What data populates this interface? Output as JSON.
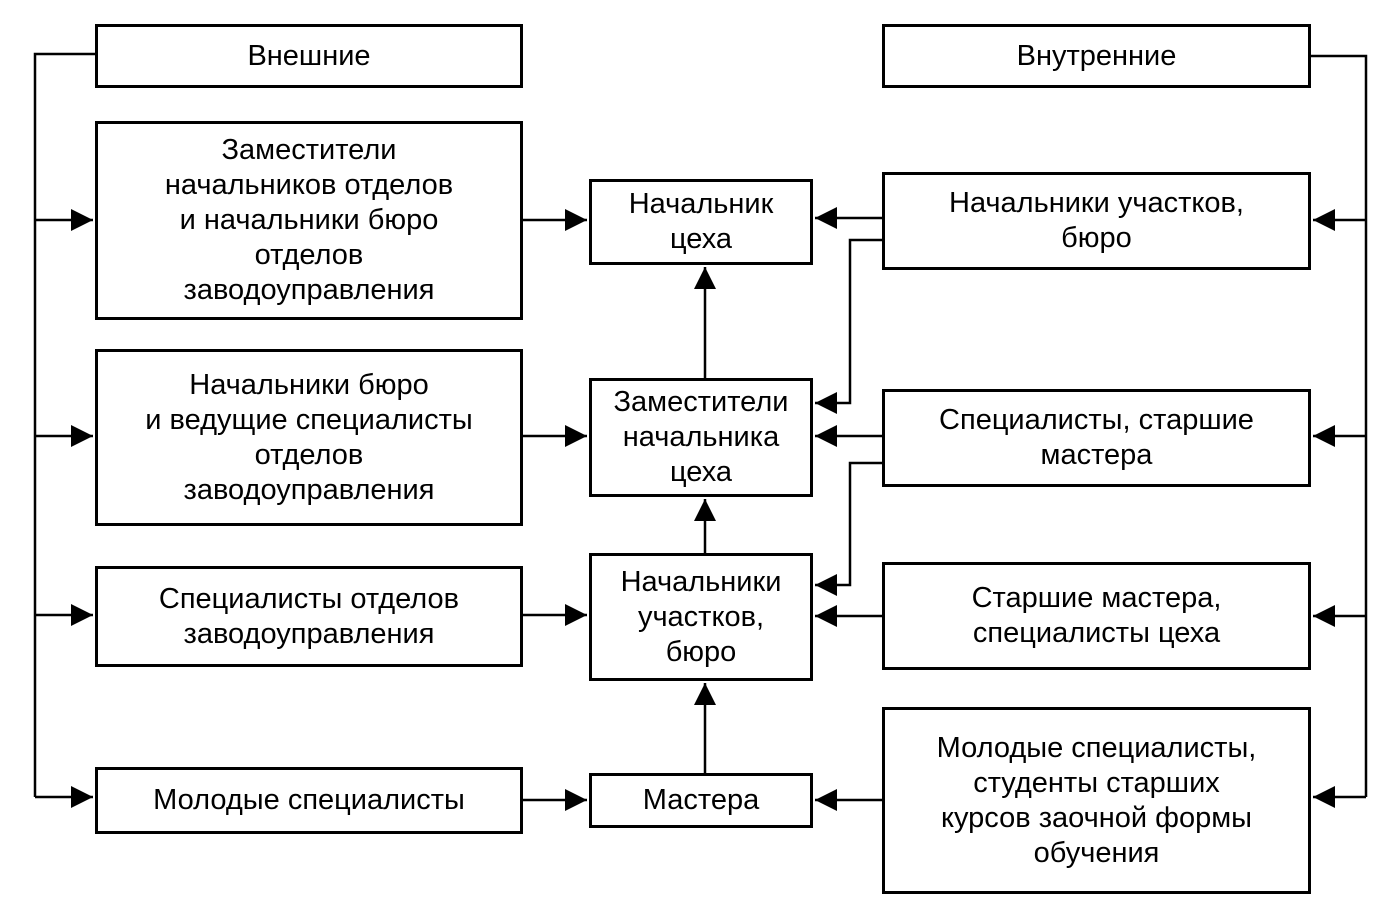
{
  "external": {
    "header": "Внешние",
    "items": [
      "Заместители\nначальников отделов\nи начальники бюро\nотделов\nзаводоуправления",
      "Начальники бюро\nи ведущие специалисты\nотделов\nзаводоуправления",
      "Специалисты отделов\nзаводоуправления",
      "Молодые специалисты"
    ]
  },
  "center": {
    "items": [
      "Начальник\nцеха",
      "Заместители\nначальника\nцеха",
      "Начальники\nучастков,\nбюро",
      "Мастера"
    ]
  },
  "internal": {
    "header": "Внутренние",
    "items": [
      "Начальники участков,\nбюро",
      "Специалисты, старшие\nмастера",
      "Старшие мастера,\nспециалисты цеха",
      "Молодые специалисты,\nстуденты старших\nкурсов заочной формы\nобучения"
    ]
  },
  "colors": {
    "line": "#000000",
    "background": "#ffffff"
  }
}
